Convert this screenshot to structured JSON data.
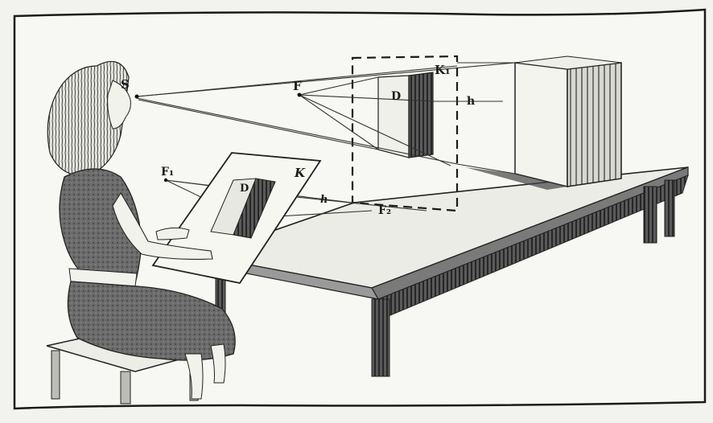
{
  "figure": {
    "labels": {
      "S": "S",
      "F": "F",
      "D": "D",
      "K1": "K₁",
      "h_upper": "h",
      "F1": "F₁",
      "K": "K",
      "D_small": "D",
      "h_lower": "h",
      "F2": "F₂"
    }
  }
}
